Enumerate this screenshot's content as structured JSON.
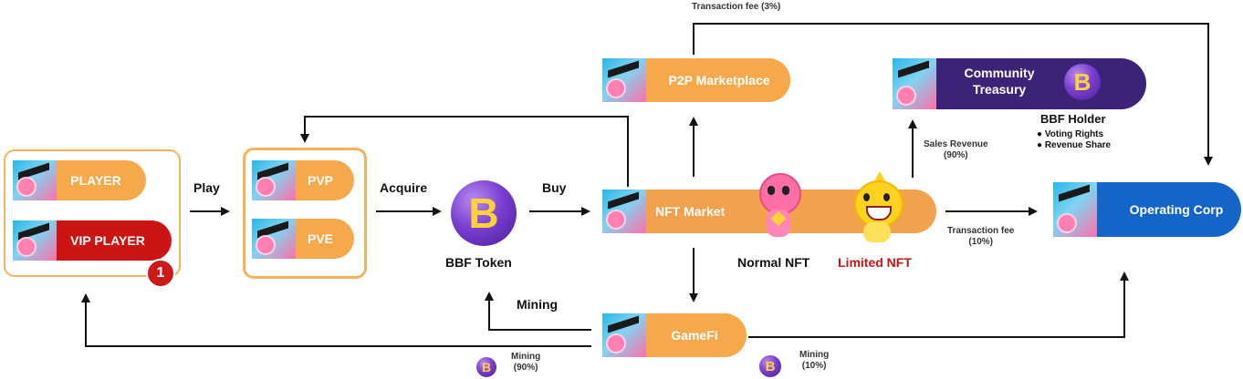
{
  "nodes": {
    "player": "PLAYER",
    "vip_player": "VIP PLAYER",
    "badge": "1",
    "pvp": "PVP",
    "pve": "PVE",
    "token": "BBF Token",
    "coin_letter": "B",
    "nft_market": "NFT Market",
    "normal_nft": "Normal NFT",
    "limited_nft": "Limited NFT",
    "p2p": "P2P Marketplace",
    "gamefi": "GameFi",
    "treasury_line1": "Community",
    "treasury_line2": "Treasury",
    "bbf_holder": "BBF Holder",
    "holder_bullets": [
      "Voting Rights",
      "Revenue Share"
    ],
    "operating": "Operating Corp"
  },
  "edges": {
    "play": "Play",
    "acquire": "Acquire",
    "buy": "Buy",
    "mining": "Mining",
    "tx_fee_top": "Transaction fee (3%)",
    "sales_rev_1": "Sales Revenue",
    "sales_rev_2": "(90%)",
    "tx_fee_right_1": "Transaction fee",
    "tx_fee_right_2": "(10%)",
    "mining90_1": "Mining",
    "mining90_2": "(90%)",
    "mining10_1": "Mining",
    "mining10_2": "(10%)"
  },
  "colors": {
    "orange": "#f6a94a",
    "red": "#cc1414",
    "purple": "#3c2378",
    "blue": "#1565c8",
    "limited_text": "#c81414"
  }
}
